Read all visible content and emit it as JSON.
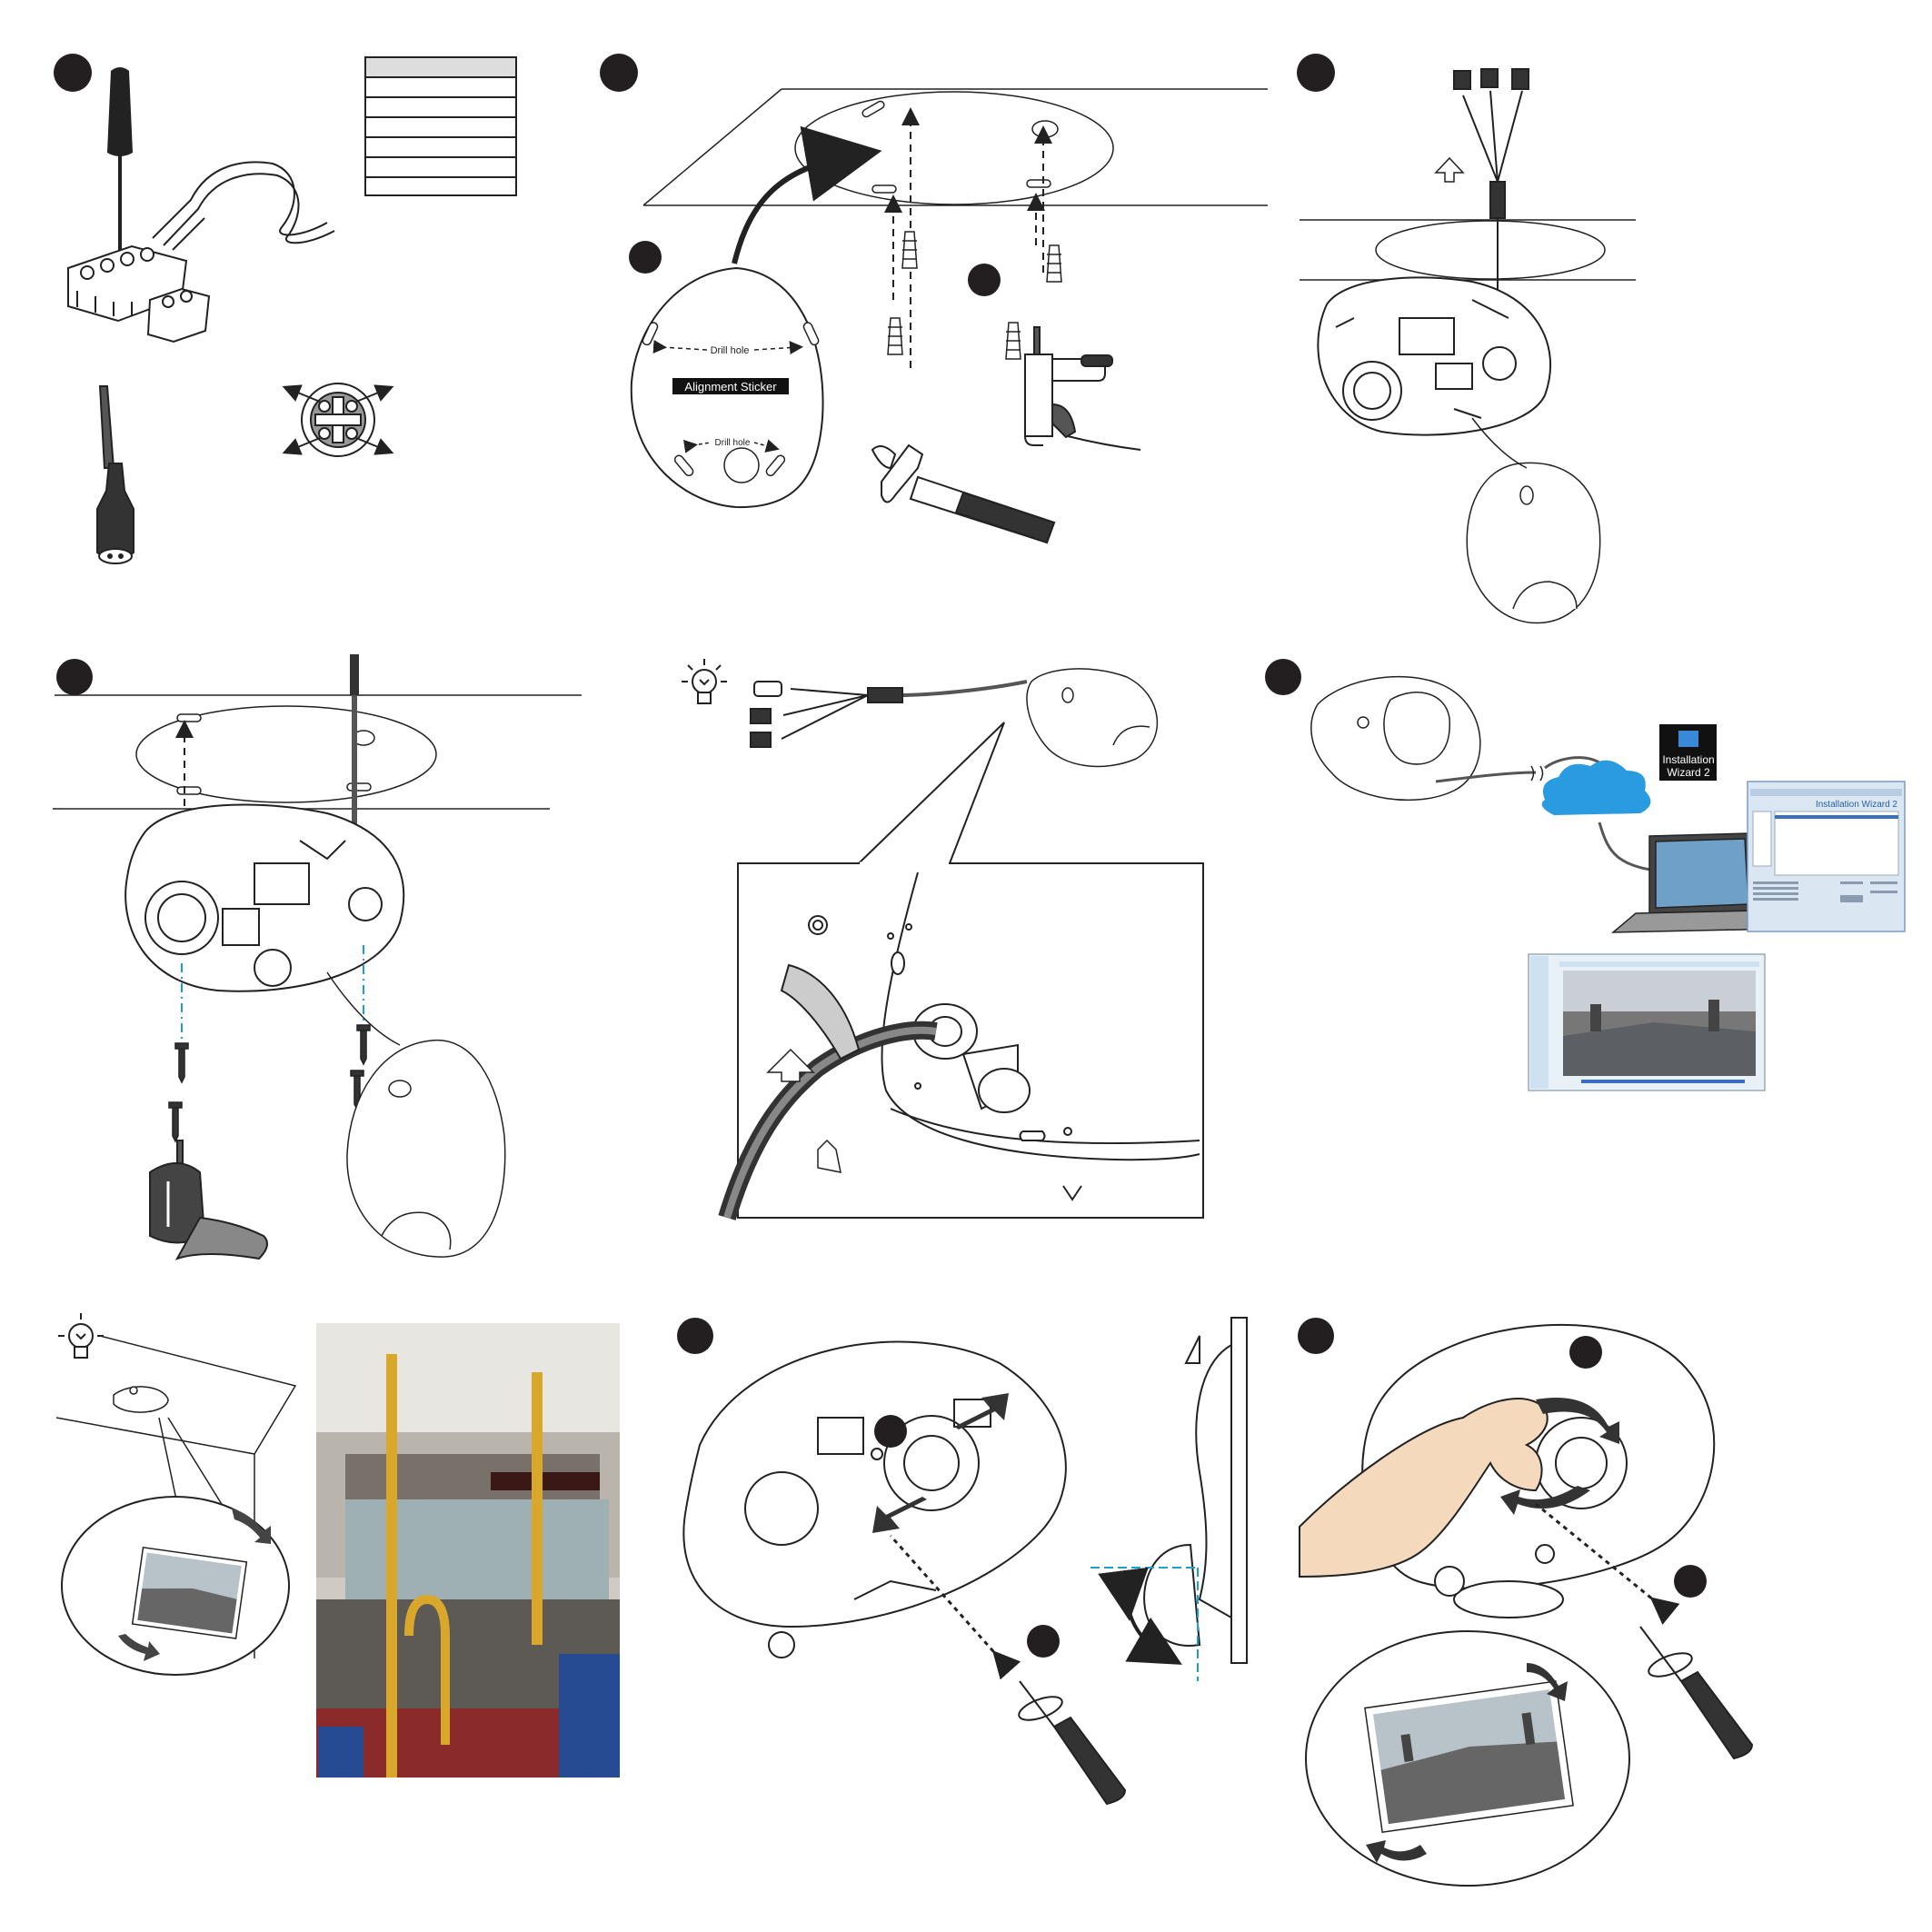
{
  "step2": {
    "drill_hole_top": "Drill hole",
    "alignment_sticker": "Alignment Sticker",
    "drill_hole_bottom": "Drill hole"
  },
  "step6": {
    "wizard_icon_label": "Installation Wizard 2",
    "wizard_window_title": "Installation Wizard 2"
  },
  "colors": {
    "step_badge": "#231f20",
    "cloud": "#2a9be0",
    "guide_dash": "#1a9fd0",
    "line": "#222222",
    "hand": "#f4d9bd"
  },
  "icons": [
    "screwdriver-icon",
    "terminal-block-icon",
    "bulb-tip-icon",
    "hammer-icon",
    "power-drill-icon",
    "cloud-icon",
    "laptop-icon",
    "hand-icon"
  ]
}
